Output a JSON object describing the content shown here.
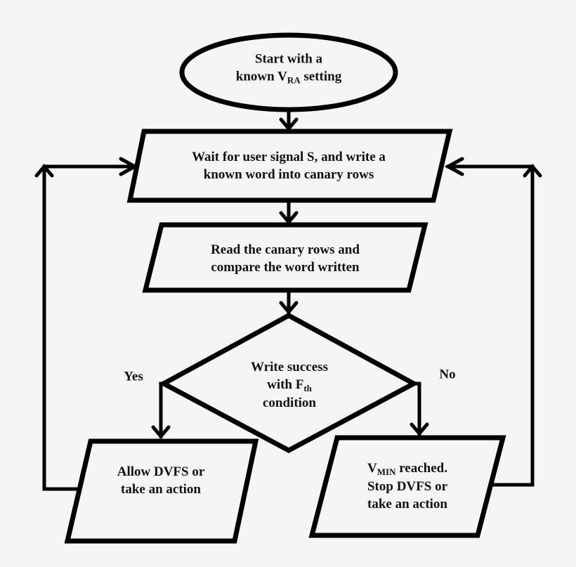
{
  "diagram": {
    "type": "flowchart",
    "nodes": {
      "start": {
        "shape": "ellipse",
        "line1": "Start with a",
        "line2_pre": "known V",
        "line2_sub": "RA",
        "line2_post": " setting"
      },
      "wait": {
        "shape": "parallelogram",
        "line1": "Wait for user signal S, and write a",
        "line2": "known word into canary rows"
      },
      "read": {
        "shape": "parallelogram",
        "line1": "Read the canary rows and",
        "line2": "compare the word written"
      },
      "decision": {
        "shape": "diamond",
        "line1": "Write success",
        "line2_pre": "with F",
        "line2_sub": "th",
        "line3": "condition"
      },
      "allow": {
        "shape": "parallelogram",
        "line1": "Allow DVFS or",
        "line2": "take an action"
      },
      "vmin": {
        "shape": "parallelogram",
        "line1_pre": "V",
        "line1_sub": "MIN",
        "line1_post": " reached.",
        "line2": "Stop DVFS or",
        "line3": "take an action"
      }
    },
    "branches": {
      "yes": "Yes",
      "no": "No"
    },
    "edges": [
      {
        "from": "start",
        "to": "wait"
      },
      {
        "from": "wait",
        "to": "read"
      },
      {
        "from": "read",
        "to": "decision"
      },
      {
        "from": "decision",
        "to": "allow",
        "label": "Yes"
      },
      {
        "from": "decision",
        "to": "vmin",
        "label": "No"
      },
      {
        "from": "allow",
        "to": "wait"
      },
      {
        "from": "vmin",
        "to": "wait"
      }
    ]
  }
}
